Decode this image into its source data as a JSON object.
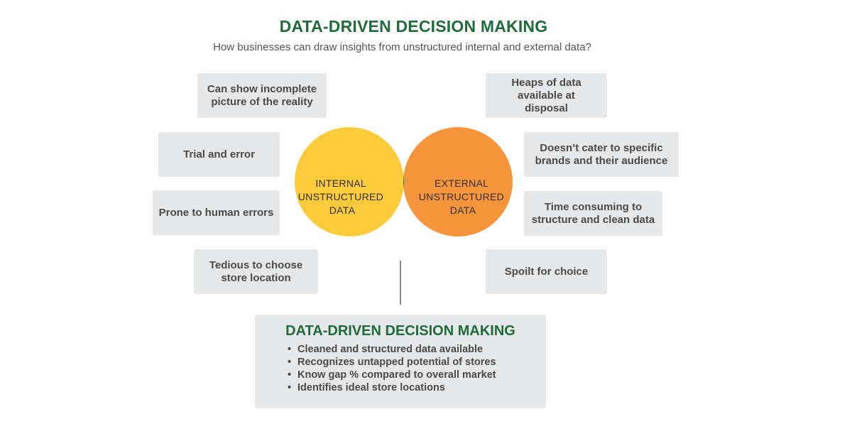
{
  "title": "DATA-DRIVEN DECISION MAKING",
  "subtitle": "How businesses can draw insights from unstructured internal and external data?",
  "colors": {
    "title_green": "#1f6b3a",
    "internal_circle": "#fccb3b",
    "external_circle": "#f7953d",
    "overlap": "#1a7561",
    "box_background": "#e6e7e8"
  },
  "internal": {
    "label_lines": [
      "INTERNAL",
      "UNSTRUCTURED",
      "DATA"
    ],
    "points": [
      "Can show incomplete picture of the reality",
      "Trial and error",
      "Prone to human errors",
      "Tedious to choose store location"
    ]
  },
  "external": {
    "label_lines": [
      "EXTERNAL",
      "UNSTRUCTURED",
      "DATA"
    ],
    "points": [
      "Heaps of data available at disposal",
      "Doesn’t cater to specific brands and their audience",
      "Time consuming to structure and clean data",
      "Spoilt for choice"
    ]
  },
  "result": {
    "title": "DATA-DRIVEN DECISION MAKING",
    "bullets": [
      "Cleaned and structured data available",
      "Recognizes untapped potential of stores",
      "Know gap %  compared to overall market",
      "Identifies ideal store locations"
    ]
  }
}
